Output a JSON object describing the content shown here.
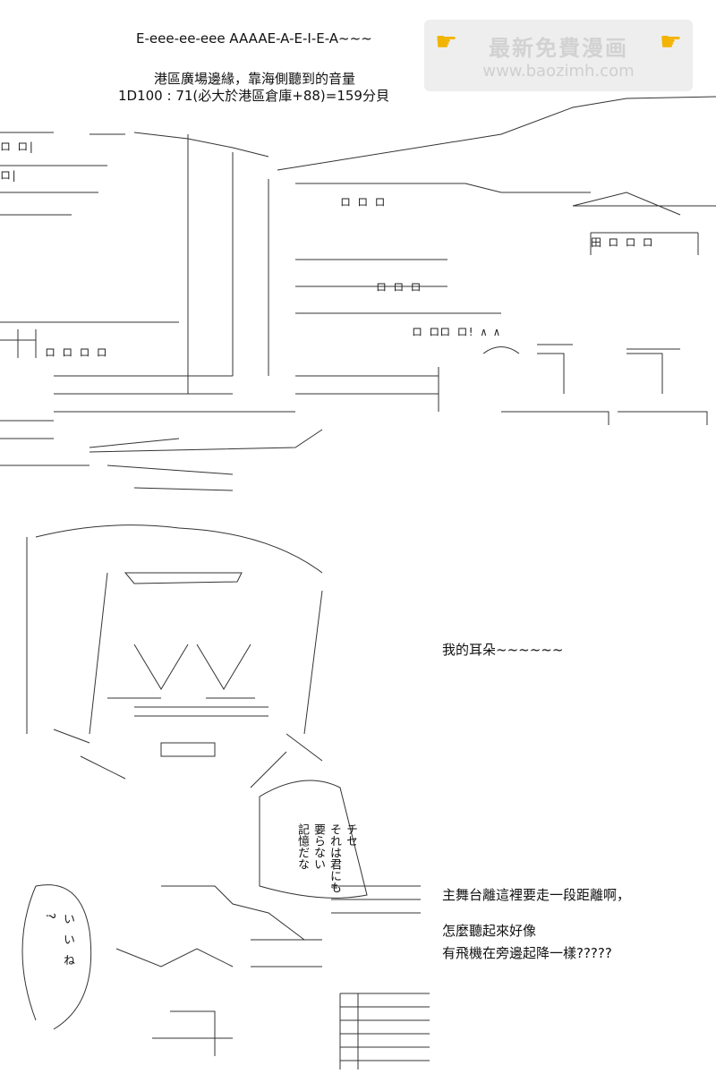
{
  "header": {
    "line1": "E-eee-ee-eee AAAAE-A-E-I-E-A~~~",
    "line2": "港區廣場邊緣，靠海側聽到的音量",
    "line3": "1D100 : 71(必大於港區倉庫+88)=159分貝"
  },
  "watermark": {
    "title": "最新免費漫画",
    "url": "www.baozimh.com"
  },
  "dialogue": {
    "ears": "我的耳朵~~~~~~",
    "stage_far": "主舞台離這裡要走一段距離啊，",
    "sounds_like": "怎麼聽起來好像",
    "plane": "有飛機在旁邊起降一樣?????"
  },
  "speech": {
    "bubble_right": [
      "チセ",
      "それは君にも",
      "要らない",
      "記憶だな"
    ],
    "bubble_left": [
      "いいね",
      "?"
    ]
  }
}
